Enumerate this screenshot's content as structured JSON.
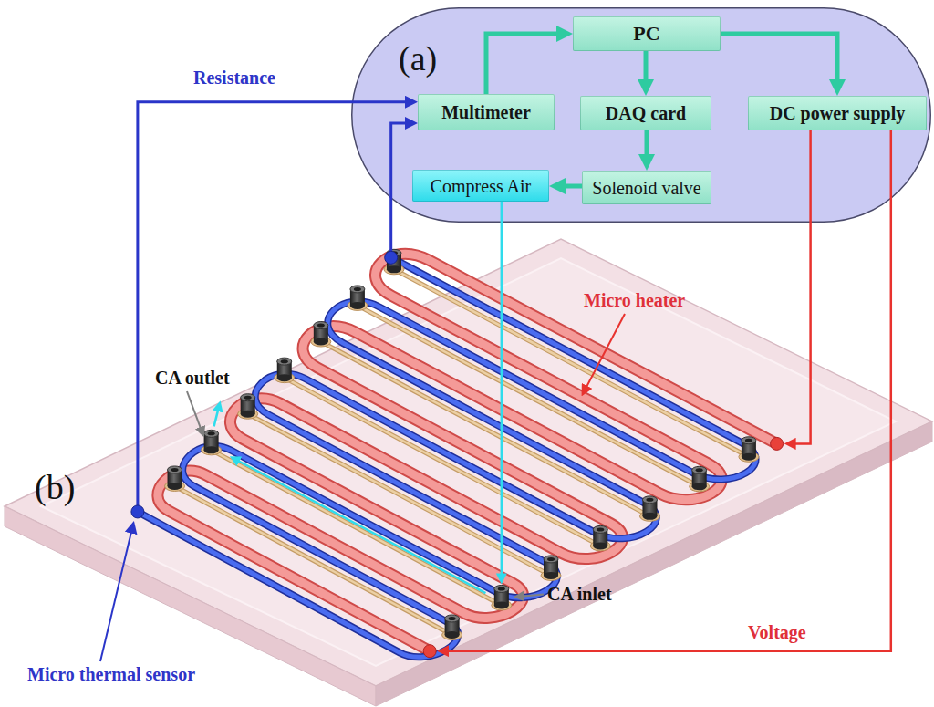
{
  "diagram": {
    "nodes": [
      {
        "text": [
          "(a)"
        ]
      },
      {
        "text": [
          "PC"
        ],
        "in": 0
      },
      {
        "text": [
          "Multimeter"
        ],
        "in": 0
      },
      {
        "text": [
          "DAQ card"
        ],
        "in": 0
      },
      {
        "text": [
          "DC power supply"
        ],
        "in": 0
      },
      {
        "text": [
          "Compress Air"
        ],
        "in": 0
      },
      {
        "text": [
          "Solenoid valve"
        ],
        "in": 0
      }
    ],
    "edges": [
      {
        "from": 2,
        "to": 1,
        "arrow": "to"
      },
      {
        "from": 1,
        "to": 3,
        "arrow": "to"
      },
      {
        "from": 1,
        "to": 4,
        "arrow": "to"
      },
      {
        "from": 3,
        "to": 6,
        "arrow": "to"
      },
      {
        "from": 6,
        "to": 5,
        "arrow": "to"
      }
    ],
    "labels": [
      "Resistance",
      "Micro heater",
      "CA outlet",
      "(b)",
      "CA inlet",
      "Micro thermal sensor",
      "Voltage"
    ]
  }
}
